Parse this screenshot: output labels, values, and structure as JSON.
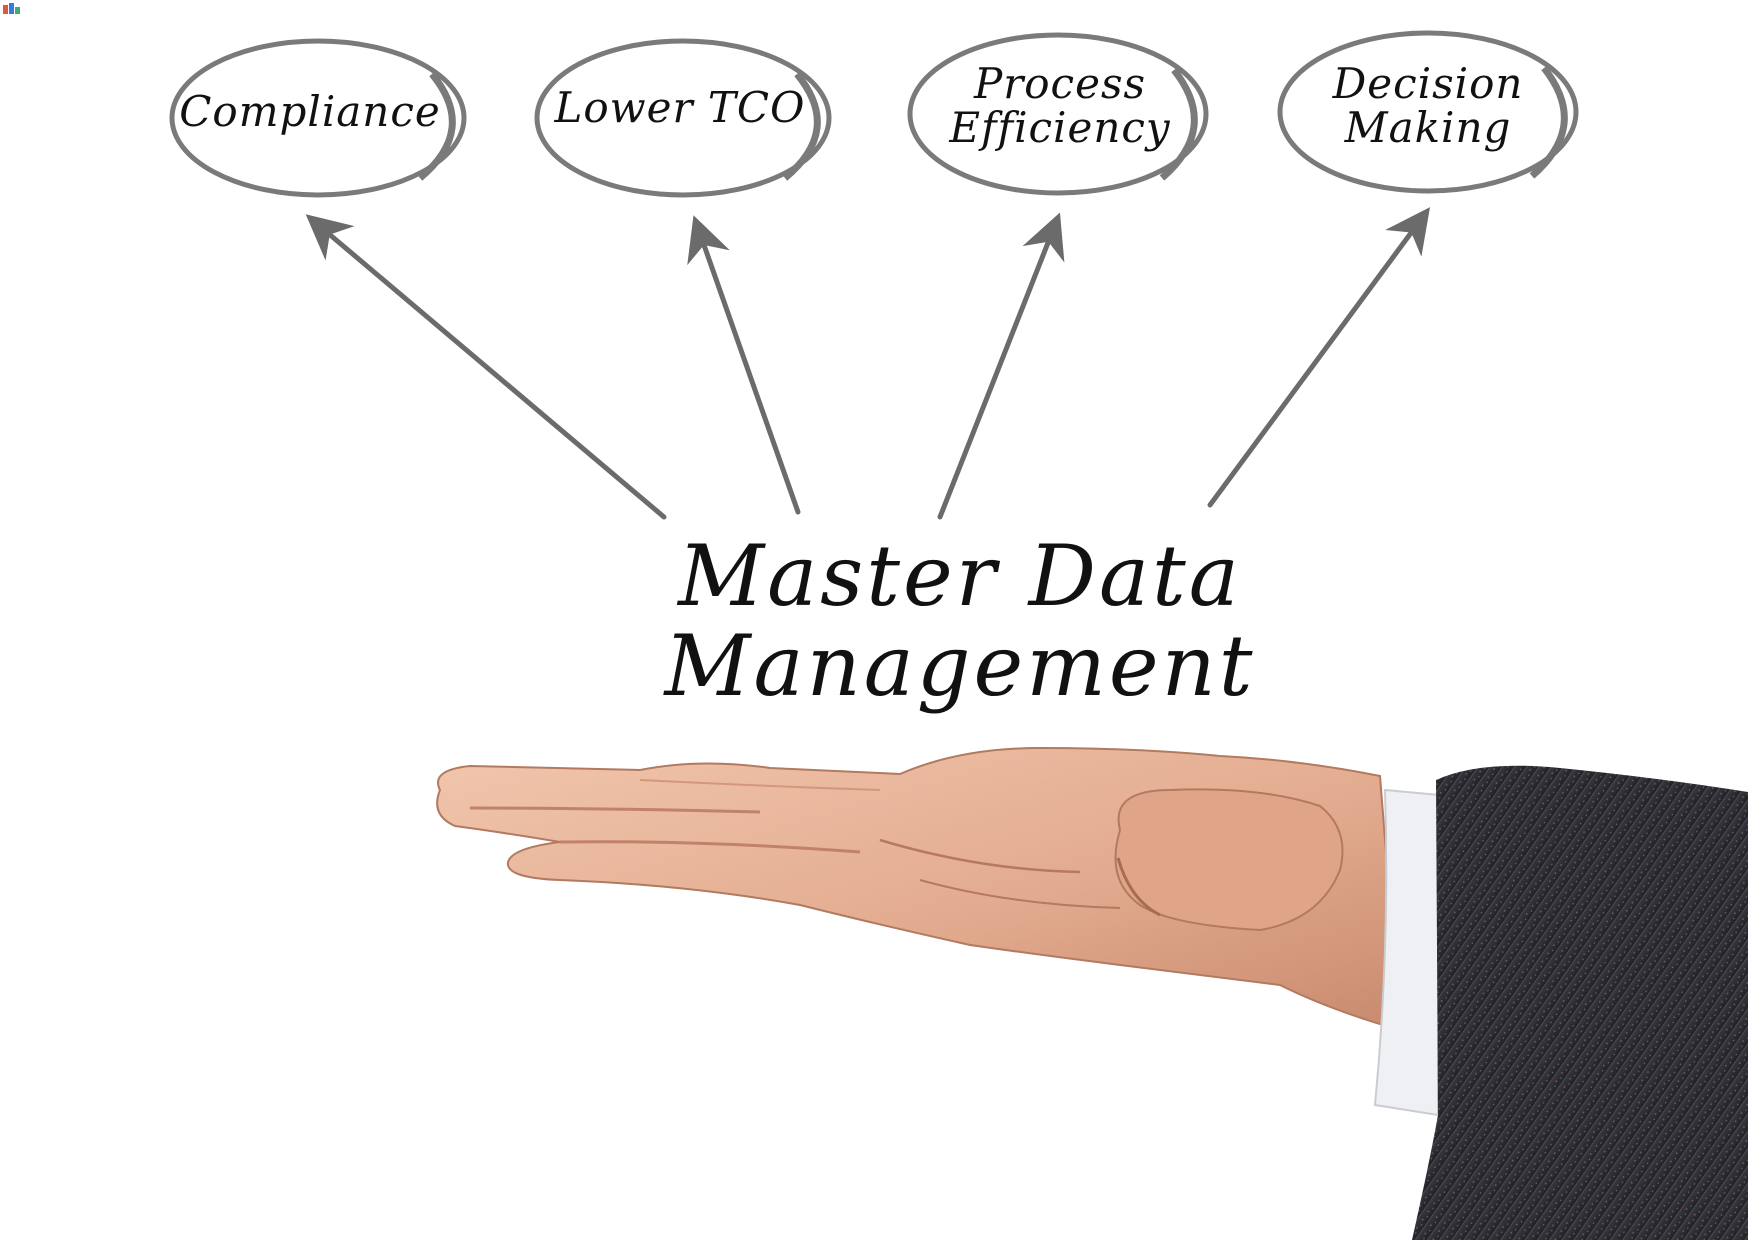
{
  "center": {
    "line1": "Master Data",
    "line2": "Management"
  },
  "benefits": [
    {
      "line1": "Compliance",
      "line2": ""
    },
    {
      "line1": "Lower TCO",
      "line2": ""
    },
    {
      "line1": "Process",
      "line2": "Efficiency"
    },
    {
      "line1": "Decision",
      "line2": "Making"
    }
  ],
  "colors": {
    "background": "#ffffff",
    "ink": "#111111",
    "oval_stroke": "#7a7a7a",
    "arrow": "#6b6b6b",
    "skin": "#e3ac90",
    "skin_shadow": "#c98a6e",
    "cuff": "#eef0f3",
    "sleeve": "#2e2e33"
  }
}
